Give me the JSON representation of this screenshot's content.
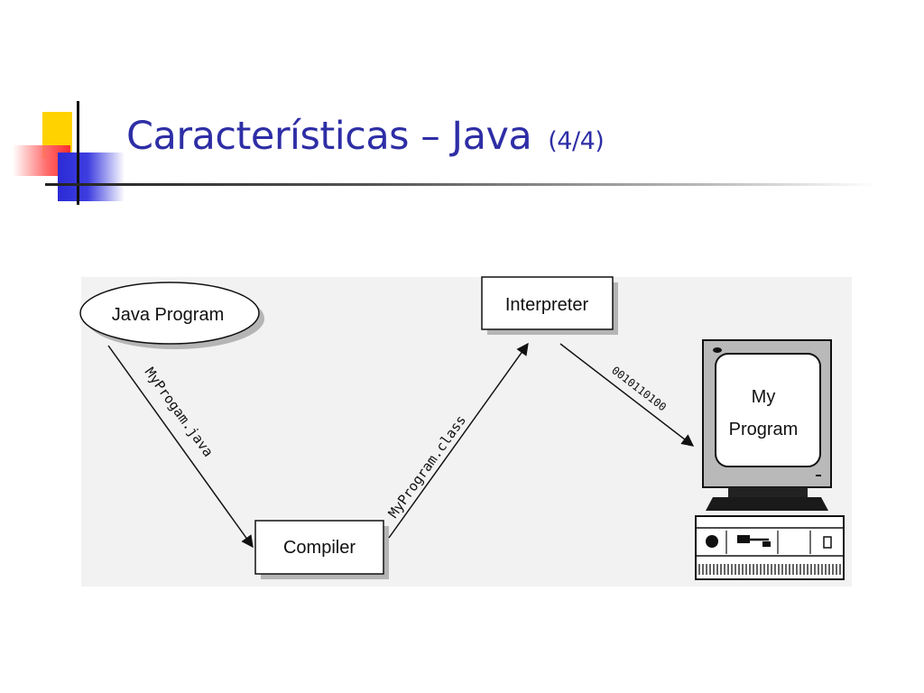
{
  "slide": {
    "title": "Características – Java",
    "title_sub": "(4/4)"
  },
  "diagram": {
    "source_node": "Java Program",
    "compiler_node": "Compiler",
    "interpreter_node": "Interpreter",
    "output_node_line1": "My",
    "output_node_line2": "Program",
    "edge_source_to_compiler": "MyProgam.java",
    "edge_compiler_to_interpreter": "MyProgram.class",
    "edge_interpreter_to_output": "0010110100"
  }
}
